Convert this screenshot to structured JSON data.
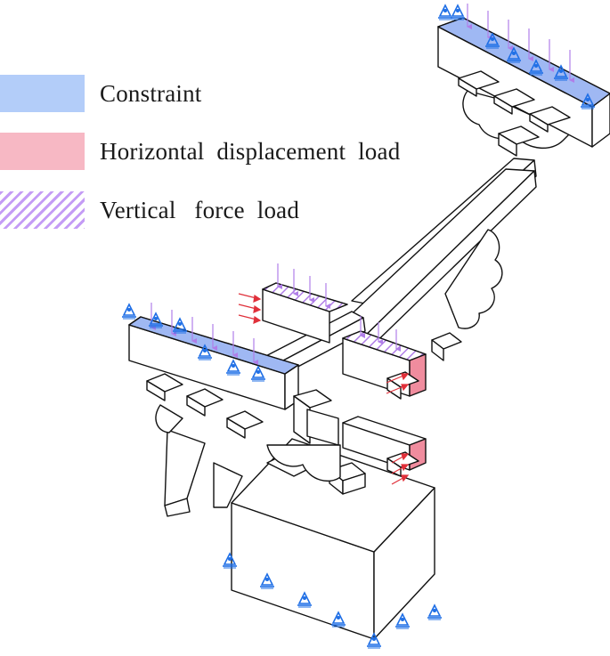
{
  "legend": {
    "items": [
      {
        "label": "Constraint",
        "kind": "constraint",
        "color": "#b3cdf9"
      },
      {
        "label": "Horizontal  displacement  load",
        "kind": "horizontal-load",
        "color": "#f7b8c4"
      },
      {
        "label": "Vertical   force  load",
        "kind": "vertical-load",
        "color": "#c49cf5"
      }
    ]
  },
  "colors": {
    "line": "#111111",
    "constraint_fill": "#9fb8f3",
    "constraint_icon": "#1f6fe6",
    "force_arrow": "#b07ee8",
    "disp_fill": "#f08c9e",
    "disp_arrow": "#e0303a"
  },
  "icons": [
    "pin-support-icon",
    "down-arrow-icon",
    "right-arrow-icon"
  ]
}
